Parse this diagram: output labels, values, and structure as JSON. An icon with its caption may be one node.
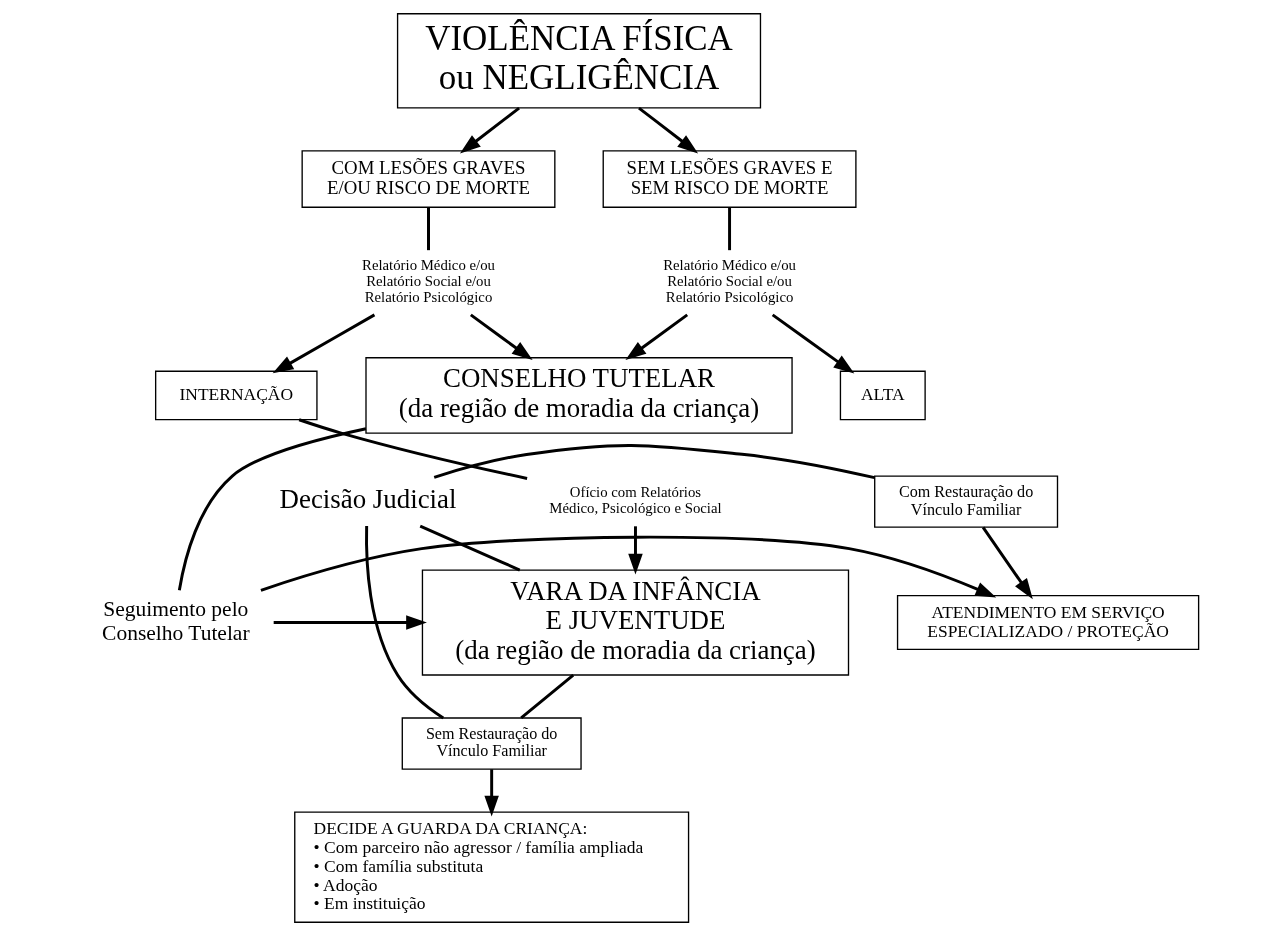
{
  "diagram": {
    "nodes": [
      {
        "text": [
          "VIOLÊNCIA FÍSICA ou NEGLIGÊNCIA"
        ]
      },
      {
        "text": [
          "COM LESÕES GRAVES E/OU RISCO DE MORTE"
        ]
      },
      {
        "text": [
          "SEM LESÕES GRAVES E SEM RISCO DE MORTE"
        ]
      },
      {
        "text": [
          "Relatório Médico e/ou Relatório Social e/ou Relatório Psicológico"
        ]
      },
      {
        "text": [
          "Relatório Médico e/ou Relatório Social e/ou Relatório Psicológico"
        ]
      },
      {
        "text": [
          "INTERNAÇÃO"
        ]
      },
      {
        "text": [
          "CONSELHO TUTELAR",
          "(da região de moradia da criança)"
        ]
      },
      {
        "text": [
          "ALTA"
        ]
      },
      {
        "text": [
          "Ofício com Relatórios Médico, Psicológico e Social"
        ]
      },
      {
        "text": [
          "VARA DA INFÂNCIA E JUVENTUDE",
          "(da região de moradia da criança)"
        ]
      },
      {
        "text": [
          "Seguimento pelo Conselho Tutelar"
        ]
      },
      {
        "text": [
          "ATENDIMENTO EM SERVIÇO ESPECIALIZADO / PROTEÇÃO"
        ]
      },
      {
        "text": [
          "Decisão Judicial"
        ]
      },
      {
        "text": [
          "Com Restauração do Vínculo Familiar"
        ]
      },
      {
        "text": [
          "Sem Restauração do Vínculo Familiar"
        ]
      },
      {
        "text": [
          "DECIDE A GUARDA DA CRIANÇA:",
          "• Com parceiro não agressor / família ampliada",
          "• Com família substituta",
          "• Adoção",
          "• Em instituição"
        ]
      }
    ],
    "edges": [
      {
        "from": 0,
        "to": 1,
        "arrow": "to"
      },
      {
        "from": 0,
        "to": 2,
        "arrow": "to"
      },
      {
        "from": 1,
        "to": 3,
        "arrow": "none"
      },
      {
        "from": 2,
        "to": 4,
        "arrow": "none"
      },
      {
        "from": 3,
        "to": 5,
        "arrow": "to"
      },
      {
        "from": 3,
        "to": 6,
        "arrow": "to"
      },
      {
        "from": 4,
        "to": 6,
        "arrow": "to"
      },
      {
        "from": 4,
        "to": 7,
        "arrow": "to"
      },
      {
        "from": 5,
        "to": 8,
        "arrow": "none"
      },
      {
        "from": 8,
        "to": 9,
        "arrow": "to"
      },
      {
        "from": 6,
        "to": 10,
        "arrow": "none"
      },
      {
        "from": 10,
        "to": 9,
        "arrow": "to"
      },
      {
        "from": 10,
        "to": 11,
        "arrow": "to"
      },
      {
        "from": 9,
        "to": 14,
        "arrow": "none"
      },
      {
        "from": 12,
        "to": 9,
        "arrow": "none"
      },
      {
        "from": 12,
        "to": 14,
        "arrow": "none"
      },
      {
        "from": 12,
        "to": 13,
        "arrow": "none"
      },
      {
        "from": 13,
        "to": 11,
        "arrow": "to"
      },
      {
        "from": 14,
        "to": 15,
        "arrow": "to"
      }
    ]
  }
}
